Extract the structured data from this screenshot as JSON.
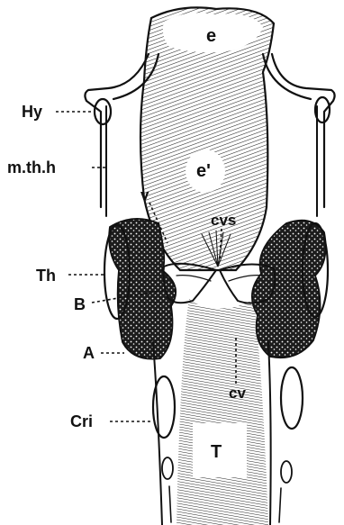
{
  "figure": {
    "labels": {
      "e_top": "e",
      "e_mid": "e'",
      "hy": "Hy",
      "mthh": "m.th.h",
      "v": "v",
      "cvs": "cvs",
      "th": "Th",
      "b": "B",
      "a": "A",
      "cv": "cv",
      "cri": "Cri",
      "t": "T"
    },
    "colors": {
      "ink": "#111111",
      "paper": "#ffffff",
      "glandFill": "#2a2a2a"
    }
  }
}
